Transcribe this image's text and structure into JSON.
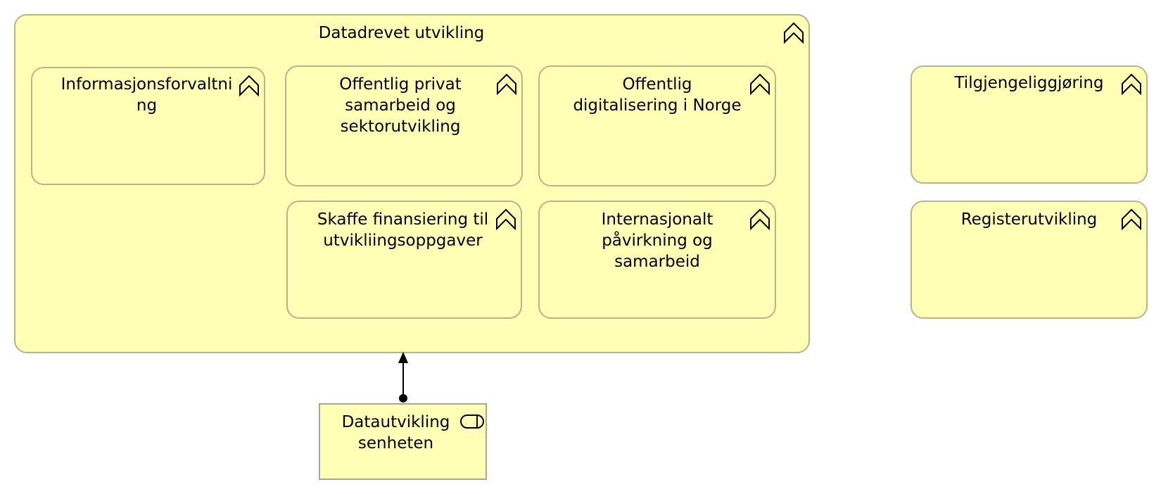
{
  "diagram": {
    "container": {
      "label": "Datadrevet utvikling",
      "icon": "capability-icon"
    },
    "capabilities": [
      {
        "id": "informasjonsforvaltning",
        "label": "Informasjonsforvaltni\nng",
        "icon": "capability-icon"
      },
      {
        "id": "offentlig-privat",
        "label": "Offentlig privat\nsamarbeid og\nsektorutvikling",
        "icon": "capability-icon"
      },
      {
        "id": "offentlig-digitalisering",
        "label": "Offentlig\ndigitalisering i Norge",
        "icon": "capability-icon"
      },
      {
        "id": "skaffe-finansiering",
        "label": "Skaffe finansiering til\nutvikliingsoppgaver",
        "icon": "capability-icon"
      },
      {
        "id": "internasjonalt",
        "label": "Internasjonalt\npåvirkning og\nsamarbeid",
        "icon": "capability-icon"
      },
      {
        "id": "tilgjengeliggjoring",
        "label": "Tilgjengeliggjøring",
        "icon": "capability-icon"
      },
      {
        "id": "registerutvikling",
        "label": "Registerutvikling",
        "icon": "capability-icon"
      }
    ],
    "service": {
      "label": "Datautvikling\nsenheten",
      "icon": "service-icon"
    },
    "colors": {
      "fill": "#ffffb5",
      "border": "#b5b58a",
      "line": "#000000"
    }
  }
}
